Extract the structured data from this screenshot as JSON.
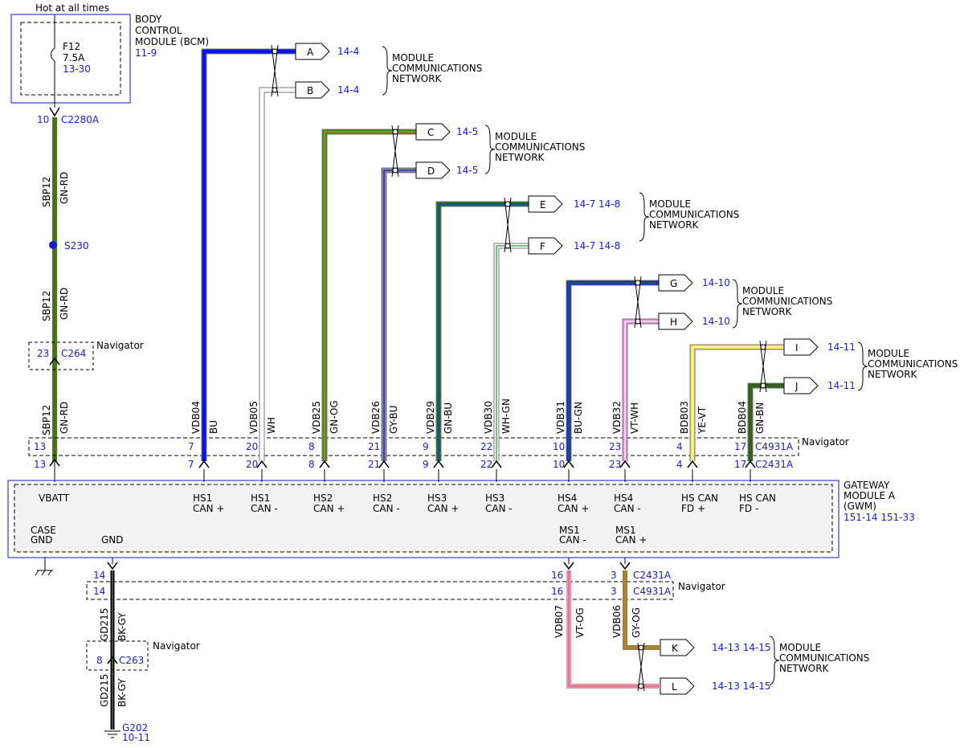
{
  "colors": {
    "ref_blue": "#1a1adc",
    "box_blue": "#3b3bd8",
    "module_fill": "#f2f2f2"
  },
  "top": {
    "hot_label": "Hot at all times",
    "bcm_line1": "BODY",
    "bcm_line2": "CONTROL",
    "bcm_line3": "MODULE (BCM)",
    "bcm_ref": "11-9",
    "fuse_name": "F12",
    "fuse_rating": "7.5A",
    "fuse_ref": "13-30"
  },
  "power": {
    "c2280a_pin": "10",
    "c2280a": "C2280A",
    "circuit": "SBP12",
    "color": "GN-RD",
    "s230": "S230",
    "c264_pin": "23",
    "c264": "C264",
    "navigator": "Navigator"
  },
  "connectors": {
    "c4931a": "C4931A",
    "c2431a": "C2431A",
    "navigator": "Navigator",
    "vbatt_pin": "13"
  },
  "wires": [
    {
      "circuit": "VDB04",
      "color": "BU",
      "pin": "7",
      "pin_label": "HS1\nCAN +",
      "stroke": "#0a14e6",
      "stripe": ""
    },
    {
      "circuit": "VDB05",
      "color": "WH",
      "pin": "20",
      "pin_label": "HS1\nCAN -",
      "stroke": "#ffffff",
      "stripe": ""
    },
    {
      "circuit": "VDB25",
      "color": "GN-OG",
      "pin": "8",
      "pin_label": "HS2\nCAN +",
      "stroke": "#3a8a1a",
      "stripe": "#d09020"
    },
    {
      "circuit": "VDB26",
      "color": "GY-BU",
      "pin": "21",
      "pin_label": "HS2\nCAN -",
      "stroke": "#8080a0",
      "stripe": "#2030c0"
    },
    {
      "circuit": "VDB29",
      "color": "GN-BU",
      "pin": "9",
      "pin_label": "HS3\nCAN +",
      "stroke": "#16702a",
      "stripe": "#1a40c0"
    },
    {
      "circuit": "VDB30",
      "color": "WH-GN",
      "pin": "22",
      "pin_label": "HS3\nCAN -",
      "stroke": "#ffffff",
      "stripe": "#2a9a3a"
    },
    {
      "circuit": "VDB31",
      "color": "BU-GN",
      "pin": "10",
      "pin_label": "HS4\nCAN +",
      "stroke": "#1a2ac8",
      "stripe": "#1a6a3a"
    },
    {
      "circuit": "VDB32",
      "color": "VT-WH",
      "pin": "23",
      "pin_label": "HS4\nCAN -",
      "stroke": "#e090e0",
      "stripe": "#ffffff"
    },
    {
      "circuit": "BDB03",
      "color": "YE-VT",
      "pin": "4",
      "pin_label": "HS CAN\nFD +",
      "stroke": "#f0e040",
      "stripe": "#ffffff"
    },
    {
      "circuit": "BDB04",
      "color": "GN-BN",
      "pin": "17",
      "pin_label": "HS CAN\nFD -",
      "stroke": "#1a6a1a",
      "stripe": "#6a4a1a"
    }
  ],
  "tags": [
    {
      "letter": "A",
      "ref": "14-4"
    },
    {
      "letter": "B",
      "ref": "14-4"
    },
    {
      "letter": "C",
      "ref": "14-5"
    },
    {
      "letter": "D",
      "ref": "14-5"
    },
    {
      "letter": "E",
      "ref": "14-7   14-8"
    },
    {
      "letter": "F",
      "ref": "14-7   14-8"
    },
    {
      "letter": "G",
      "ref": "14-10"
    },
    {
      "letter": "H",
      "ref": "14-10"
    },
    {
      "letter": "I",
      "ref": "14-11"
    },
    {
      "letter": "J",
      "ref": "14-11"
    },
    {
      "letter": "K",
      "ref": "14-13   14-15"
    },
    {
      "letter": "L",
      "ref": "14-13   14-15"
    }
  ],
  "network_label": [
    "MODULE",
    "COMMUNICATIONS",
    "NETWORK"
  ],
  "gwm": {
    "vbatt": "VBATT",
    "case_gnd1": "CASE",
    "case_gnd2": "GND",
    "gnd": "GND",
    "ms1_minus1": "MS1",
    "ms1_minus2": "CAN -",
    "ms1_plus1": "MS1",
    "ms1_plus2": "CAN +",
    "title1": "GATEWAY",
    "title2": "MODULE A",
    "title3": "(GWM)",
    "refs": "151-14   151-33"
  },
  "bottom": {
    "gnd_pin": "14",
    "gnd_circuit": "GD215",
    "gnd_color": "BK-GY",
    "c263_pin": "8",
    "c263": "C263",
    "navigator": "Navigator",
    "g202": "G202",
    "g202_ref": "10-11",
    "ms_minus_pin": "16",
    "ms_plus_pin": "3",
    "vdb07": "VDB07",
    "vdb07_color": "VT-OG",
    "vdb06": "VDB06",
    "vdb06_color": "GY-OG"
  }
}
